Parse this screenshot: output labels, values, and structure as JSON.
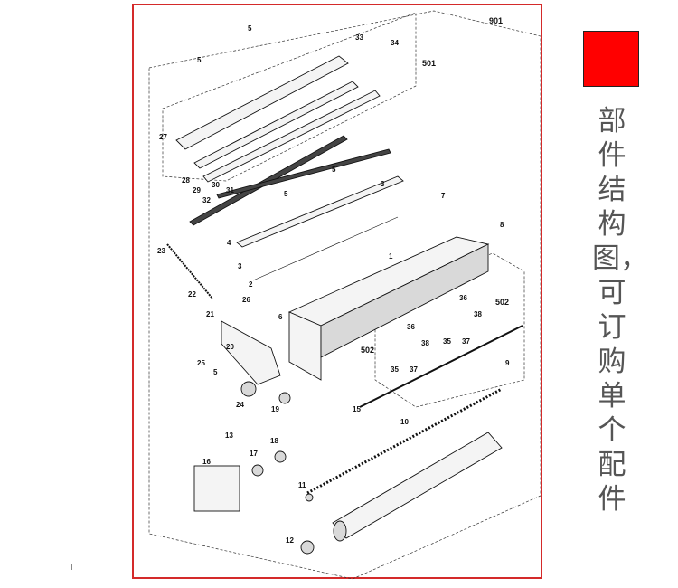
{
  "side_caption": "部件结构图，可订购单个配件",
  "colors": {
    "frame": "#d42a2a",
    "marker": "#ff0000",
    "caption": "#555555"
  },
  "diagram": {
    "assembly": "901",
    "groups": [
      "501",
      "502",
      "502"
    ],
    "callouts": [
      "5",
      "33",
      "34",
      "5",
      "27",
      "28",
      "29",
      "30",
      "31",
      "5",
      "32",
      "3",
      "4",
      "5",
      "7",
      "8",
      "23",
      "3",
      "2",
      "1",
      "36",
      "38",
      "35",
      "37",
      "22",
      "26",
      "6",
      "36",
      "38",
      "35",
      "37",
      "21",
      "20",
      "25",
      "5",
      "9",
      "24",
      "19",
      "15",
      "13",
      "10",
      "16",
      "17",
      "18",
      "11",
      "12"
    ]
  }
}
